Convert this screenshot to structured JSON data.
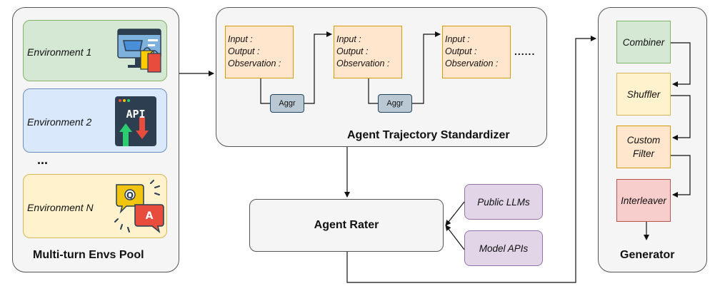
{
  "envs_pool": {
    "title": "Multi-turn Envs Pool",
    "environments": [
      {
        "label": "Environment 1",
        "icon": "shopping-icon"
      },
      {
        "label": "Environment 2",
        "icon": "api-icon",
        "icon_text": "API"
      },
      {
        "label": "Environment N",
        "icon": "qa-icon",
        "icon_q": "Q",
        "icon_a": "A"
      }
    ],
    "ellipsis": "..."
  },
  "standardizer": {
    "title": "Agent Trajectory Standardizer",
    "step_fields": [
      "Input :",
      "Output :",
      "Observation :"
    ],
    "aggr_label": "Aggr",
    "continuation": "......"
  },
  "rater": {
    "title": "Agent Rater",
    "sources": [
      "Public LLMs",
      "Model APIs"
    ]
  },
  "generator": {
    "title": "Generator",
    "stages": [
      "Combiner",
      "Shuffler",
      "Custom Filter",
      "Interleaver"
    ]
  },
  "colors": {
    "env1": "#d5e8d4",
    "env1_border": "#82b366",
    "env2": "#dae8fc",
    "env2_border": "#6c8ebf",
    "envN": "#fff2cc",
    "envN_border": "#d6b656",
    "step": "#ffe6cc",
    "step_border": "#d79b00",
    "aggr": "#bac8d3",
    "llm": "#e1d5e7",
    "llm_border": "#9673a6",
    "interleaver": "#f8cecc",
    "interleaver_border": "#b85450"
  }
}
